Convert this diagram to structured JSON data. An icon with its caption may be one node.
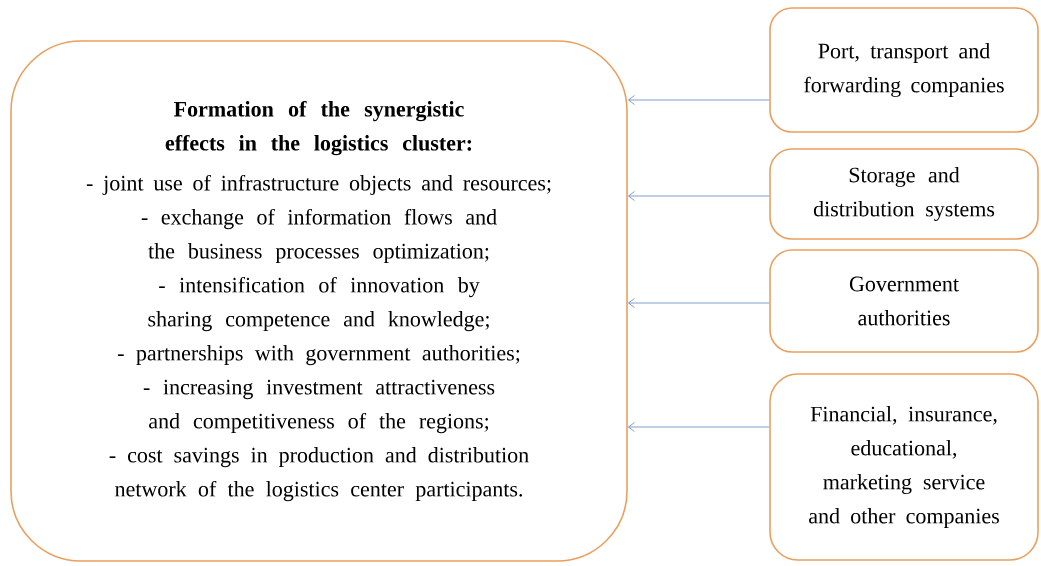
{
  "diagram": {
    "nodes": [
      {
        "text": [
          "Formation of the synergistic effects in the logistics cluster:",
          "- joint use of infrastructure objects and resources;",
          "- exchange of information flows and the business processes optimization;",
          "- intensification of innovation by sharing competence and knowledge;",
          "- partnerships with government authorities;",
          "- increasing investment attractiveness and competitiveness of the regions;",
          "- cost savings in production and distribution network of the logistics center participants."
        ]
      },
      {
        "text": [
          "Port, transport and forwarding companies"
        ]
      },
      {
        "text": [
          "Storage and distribution systems"
        ]
      },
      {
        "text": [
          "Government authorities"
        ]
      },
      {
        "text": [
          "Financial, insurance, educational, marketing service and other companies"
        ]
      }
    ],
    "edges": [
      {
        "from": 1,
        "to": 0,
        "arrow": "to"
      },
      {
        "from": 2,
        "to": 0,
        "arrow": "to"
      },
      {
        "from": 3,
        "to": 0,
        "arrow": "to"
      },
      {
        "from": 4,
        "to": 0,
        "arrow": "to"
      }
    ]
  }
}
